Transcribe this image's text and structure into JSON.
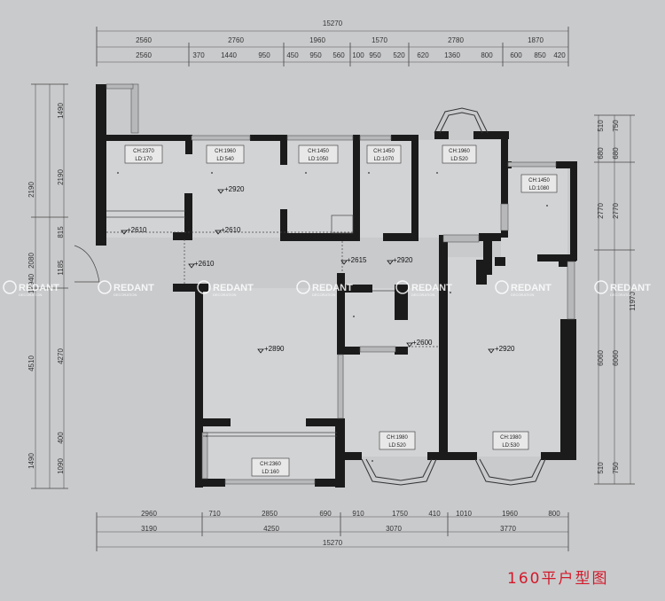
{
  "title": "160平户型图",
  "watermark": {
    "brand": "REDANT",
    "sub": "DECORATION"
  },
  "dimensions": {
    "top_total": "15270",
    "top_row1": [
      "2560",
      "2760",
      "1960",
      "1570",
      "2780",
      "1870"
    ],
    "top_row2": [
      "2560",
      "370",
      "1440",
      "950",
      "450",
      "950",
      "560",
      "100",
      "950",
      "520",
      "620",
      "1360",
      "800",
      "600",
      "850",
      "420"
    ],
    "bottom_row1": [
      "2960",
      "710",
      "2850",
      "690",
      "910",
      "1750",
      "410",
      "1010",
      "1960",
      "800"
    ],
    "bottom_row2": [
      "3190",
      "4250",
      "3070",
      "3770"
    ],
    "bottom_total": "15270",
    "left_outer": [
      "2190",
      "2080",
      "4510",
      "1490"
    ],
    "left_inner": [
      "1490",
      "2190",
      "815",
      "1185",
      "4270",
      "400",
      "1090"
    ],
    "left_total": "12940",
    "right_inner": [
      "510",
      "680",
      "2770",
      "6060",
      "510"
    ],
    "right_outer": [
      "750",
      "680",
      "2770",
      "6060",
      "750"
    ],
    "right_total": "11970"
  },
  "levels": [
    "+2920",
    "+2610",
    "+2610",
    "+2610",
    "+2615",
    "+2920",
    "+2890",
    "+2600",
    "+2920"
  ],
  "windows": [
    {
      "ch": "CH:2370",
      "ld": "LD:170"
    },
    {
      "ch": "CH:1960",
      "ld": "LD:540"
    },
    {
      "ch": "CH:1450",
      "ld": "LD:1050"
    },
    {
      "ch": "CH:1450",
      "ld": "LD:1070"
    },
    {
      "ch": "CH:1960",
      "ld": "LD:520"
    },
    {
      "ch": "CH:1450",
      "ld": "LD:1080"
    },
    {
      "ch": "CH:2360",
      "ld": "LD:160"
    },
    {
      "ch": "CH:1980",
      "ld": "LD:520"
    },
    {
      "ch": "CH:1980",
      "ld": "LD:530"
    }
  ]
}
